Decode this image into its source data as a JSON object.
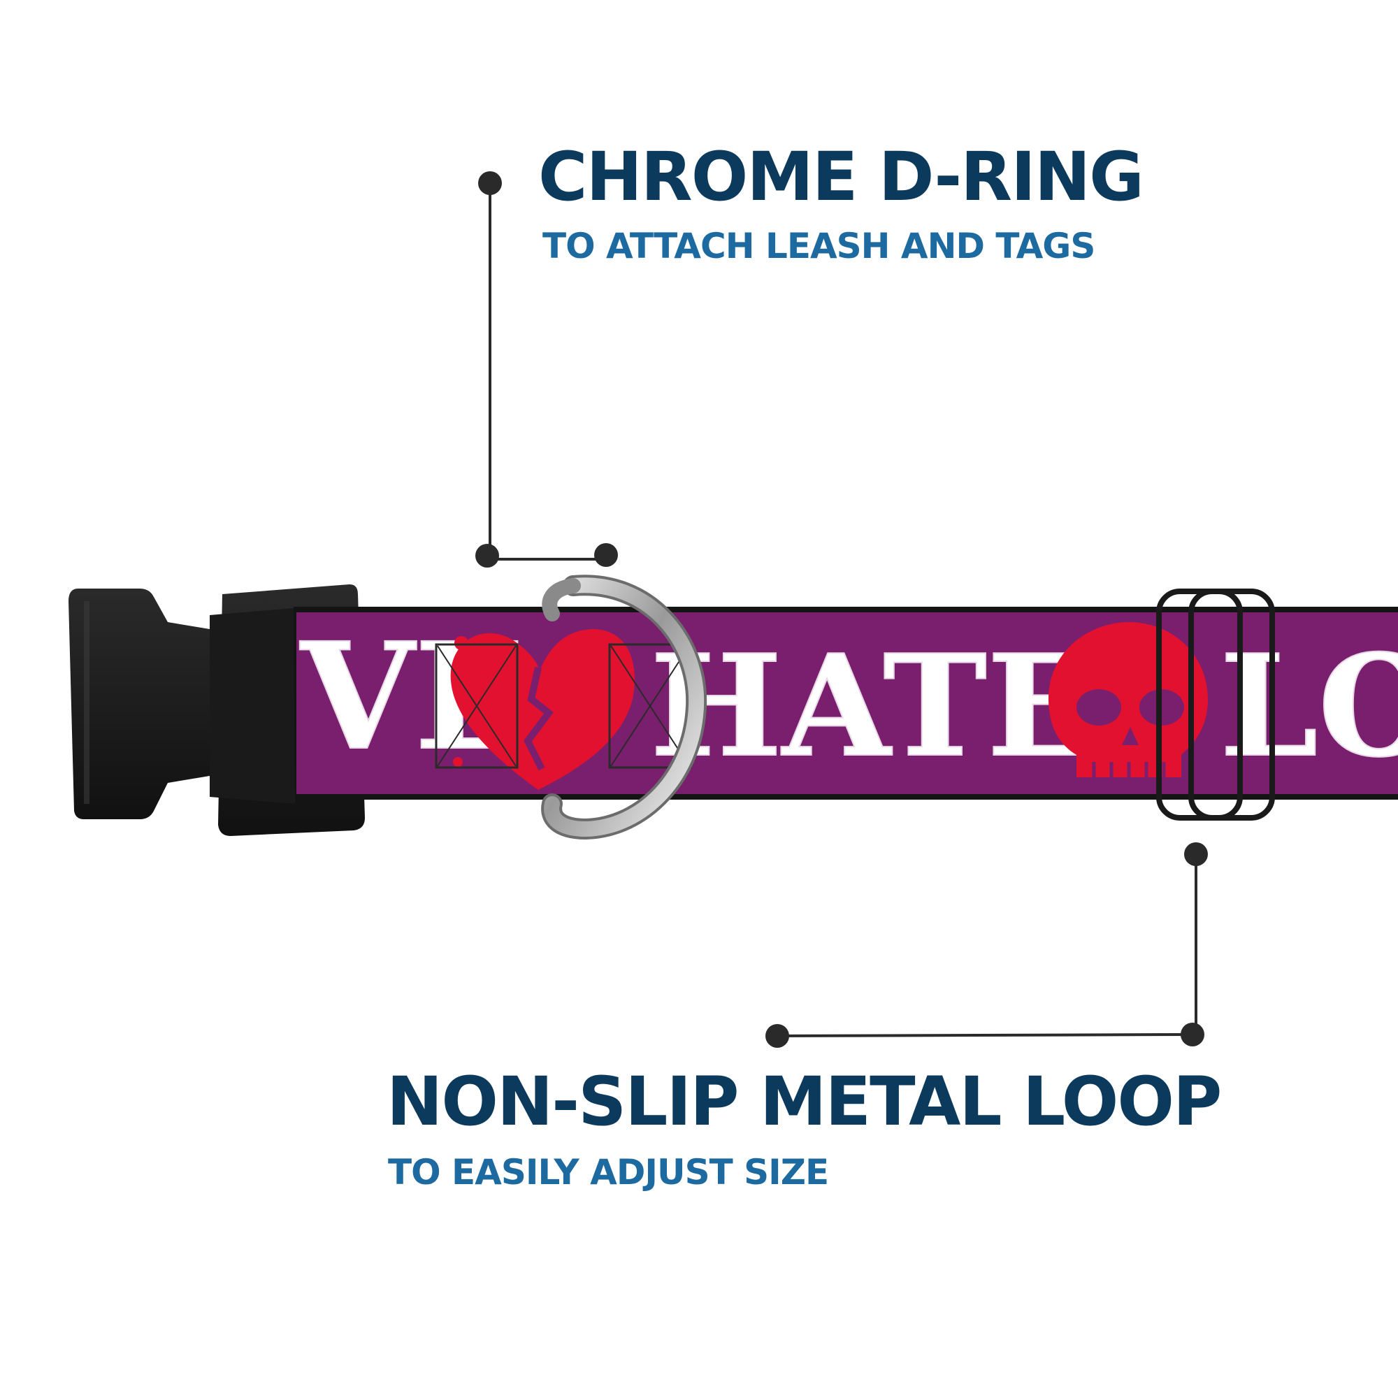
{
  "callouts": {
    "d_ring": {
      "title": "CHROME D-RING",
      "subtitle": "TO ATTACH LEASH AND TAGS"
    },
    "metal_loop": {
      "title": "NON-SLIP METAL LOOP",
      "subtitle": "TO EASILY ADJUST SIZE"
    }
  },
  "collar": {
    "strap_words": [
      "VE",
      "HATE",
      "LOV"
    ],
    "icons": [
      "broken-heart-icon",
      "skull-icon"
    ]
  },
  "colors": {
    "title": "#0b3a5c",
    "subtitle": "#1c6aa0",
    "strap": "#7a1f6e",
    "print_red": "#e2112f",
    "print_white": "#ffffff",
    "buckle": "#1e1e1e",
    "leader_line": "#2a2a2a"
  }
}
